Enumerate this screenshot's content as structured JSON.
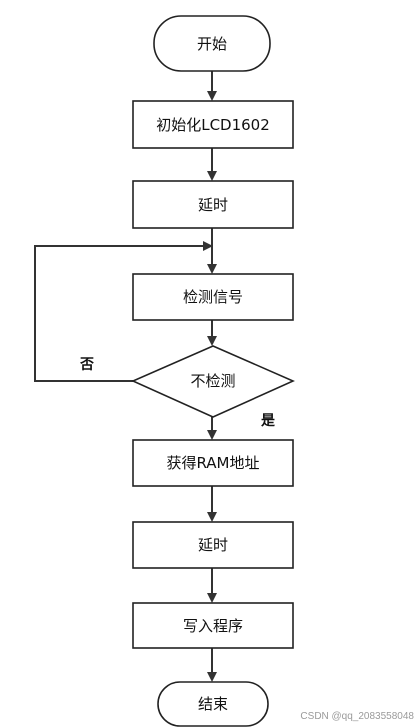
{
  "flowchart": {
    "start": "开始",
    "init": "初始化LCD1602",
    "delay1": "延时",
    "detect": "检测信号",
    "decision": "不检测",
    "no_label": "否",
    "yes_label": "是",
    "get_ram": "获得RAM地址",
    "delay2": "延时",
    "write": "写入程序",
    "end": "结束"
  },
  "watermark": "CSDN @qq_2083558048",
  "colors": {
    "line": "#333333",
    "border": "#222222",
    "background": "#ffffff"
  }
}
